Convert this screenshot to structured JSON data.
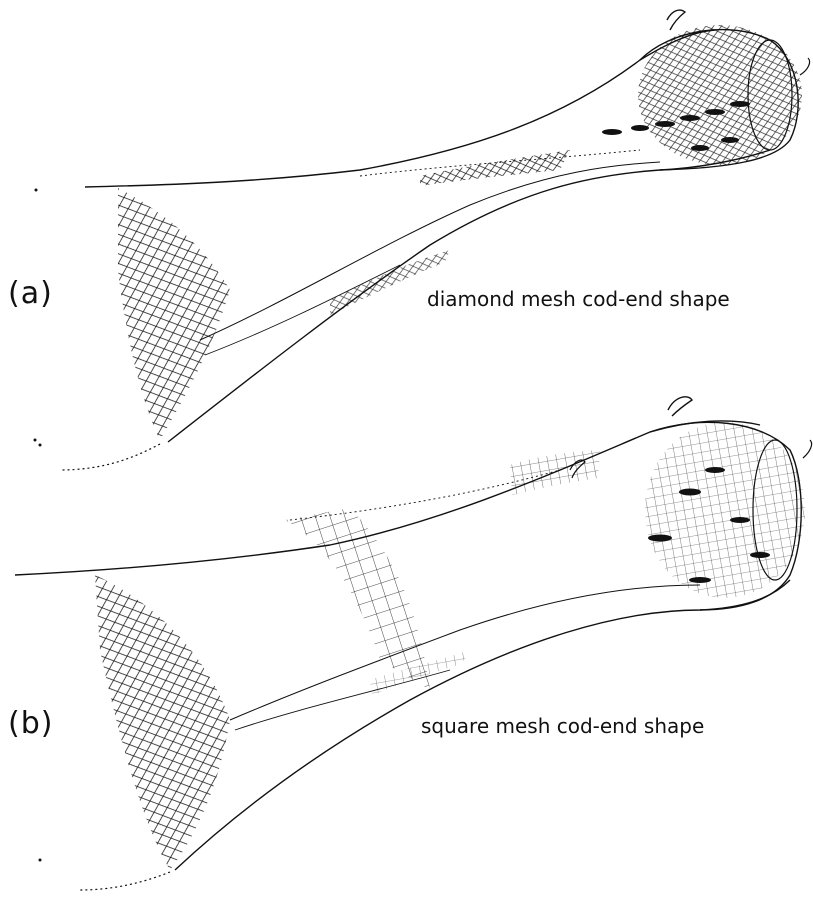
{
  "figure": {
    "panels": [
      {
        "label": "(a)",
        "caption": "diamond mesh cod-end shape",
        "mesh_type": "diamond"
      },
      {
        "label": "(b)",
        "caption": "square mesh cod-end shape",
        "mesh_type": "square"
      }
    ],
    "colors": {
      "ink": "#111111",
      "background": "#ffffff"
    }
  }
}
